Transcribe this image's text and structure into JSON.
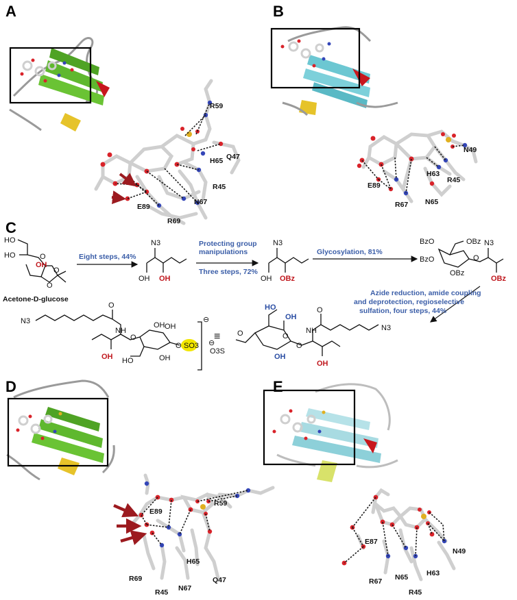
{
  "panels": {
    "A": {
      "letter": "A",
      "labels": [
        "R59",
        "Q47",
        "H65",
        "R45",
        "N67",
        "E89",
        "R69"
      ]
    },
    "B": {
      "letter": "B",
      "labels": [
        "N49",
        "H63",
        "R45",
        "E89",
        "R67",
        "N65"
      ]
    },
    "C": {
      "letter": "C",
      "start_material": "Acetone-D-glucose",
      "step1": "Eight steps, 44%",
      "step2_top": "Protecting group manipulations",
      "step2_bottom": "Three steps, 72%",
      "step3": "Glycosylation, 81%",
      "step4": "Azide reduction, amide coupling and deprotection, regioselective sulfation, four steps, 44%",
      "chem": {
        "N3": "N3",
        "OH": "OH",
        "HO": "HO",
        "OBz": "OBz",
        "BzO": "BzO",
        "NH": "NH",
        "O": "O",
        "SO3": "SO3",
        "O3S": "O3S"
      }
    },
    "D": {
      "letter": "D",
      "labels": [
        "R59",
        "E89",
        "H65",
        "R69",
        "R45",
        "N67",
        "Q47"
      ]
    },
    "E": {
      "letter": "E",
      "labels": [
        "E87",
        "N49",
        "H63",
        "R67",
        "N65",
        "R45"
      ]
    }
  },
  "colors": {
    "carbon": "#cfcfcf",
    "oxygen": "#d9232a",
    "nitrogen": "#3446b8",
    "sulfur": "#e0b020",
    "strand_green": "#5fb82e",
    "strand_cyan": "#6cc7d2",
    "helix_red": "#c8171d",
    "strand_yellow": "#e6c32a",
    "arrow_red": "#9c1a1f",
    "reaction_text": "#3b5ea8",
    "highlight": "#f2e600"
  }
}
